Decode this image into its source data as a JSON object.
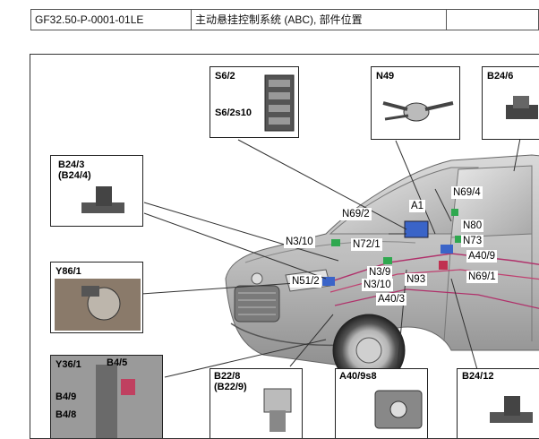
{
  "header": {
    "doc_id": "GF32.50-P-0001-01LE",
    "title": "主动悬挂控制系统 (ABC), 部件位置",
    "extra": ""
  },
  "boxes": {
    "s6_2": {
      "title": "S6/2",
      "sub": "S6/2s10"
    },
    "n49": {
      "title": "N49"
    },
    "b24_6": {
      "title": "B24/6"
    },
    "b24_3": {
      "title": "B24/3",
      "sub": "(B24/4)"
    },
    "y86_1": {
      "title": "Y86/1"
    },
    "y36_1": {
      "title": "Y36/1",
      "b4_5": "B4/5",
      "b4_9": "B4/9",
      "b4_8": "B4/8"
    },
    "b22_8": {
      "title": "B22/8",
      "sub": "(B22/9)"
    },
    "a40_9s8": {
      "title": "A40/9s8"
    },
    "b24_12": {
      "title": "B24/12"
    }
  },
  "callouts": {
    "a1": "A1",
    "n69_4": "N69/4",
    "n69_2": "N69/2",
    "n80": "N80",
    "n73": "N73",
    "n3_10_a": "N3/10",
    "n72_1": "N72/1",
    "a40_9": "A40/9",
    "n69_1": "N69/1",
    "n51_2": "N51/2",
    "n3_9": "N3/9",
    "n3_10_b": "N3/10",
    "n93": "N93",
    "a40_3": "A40/3"
  }
}
